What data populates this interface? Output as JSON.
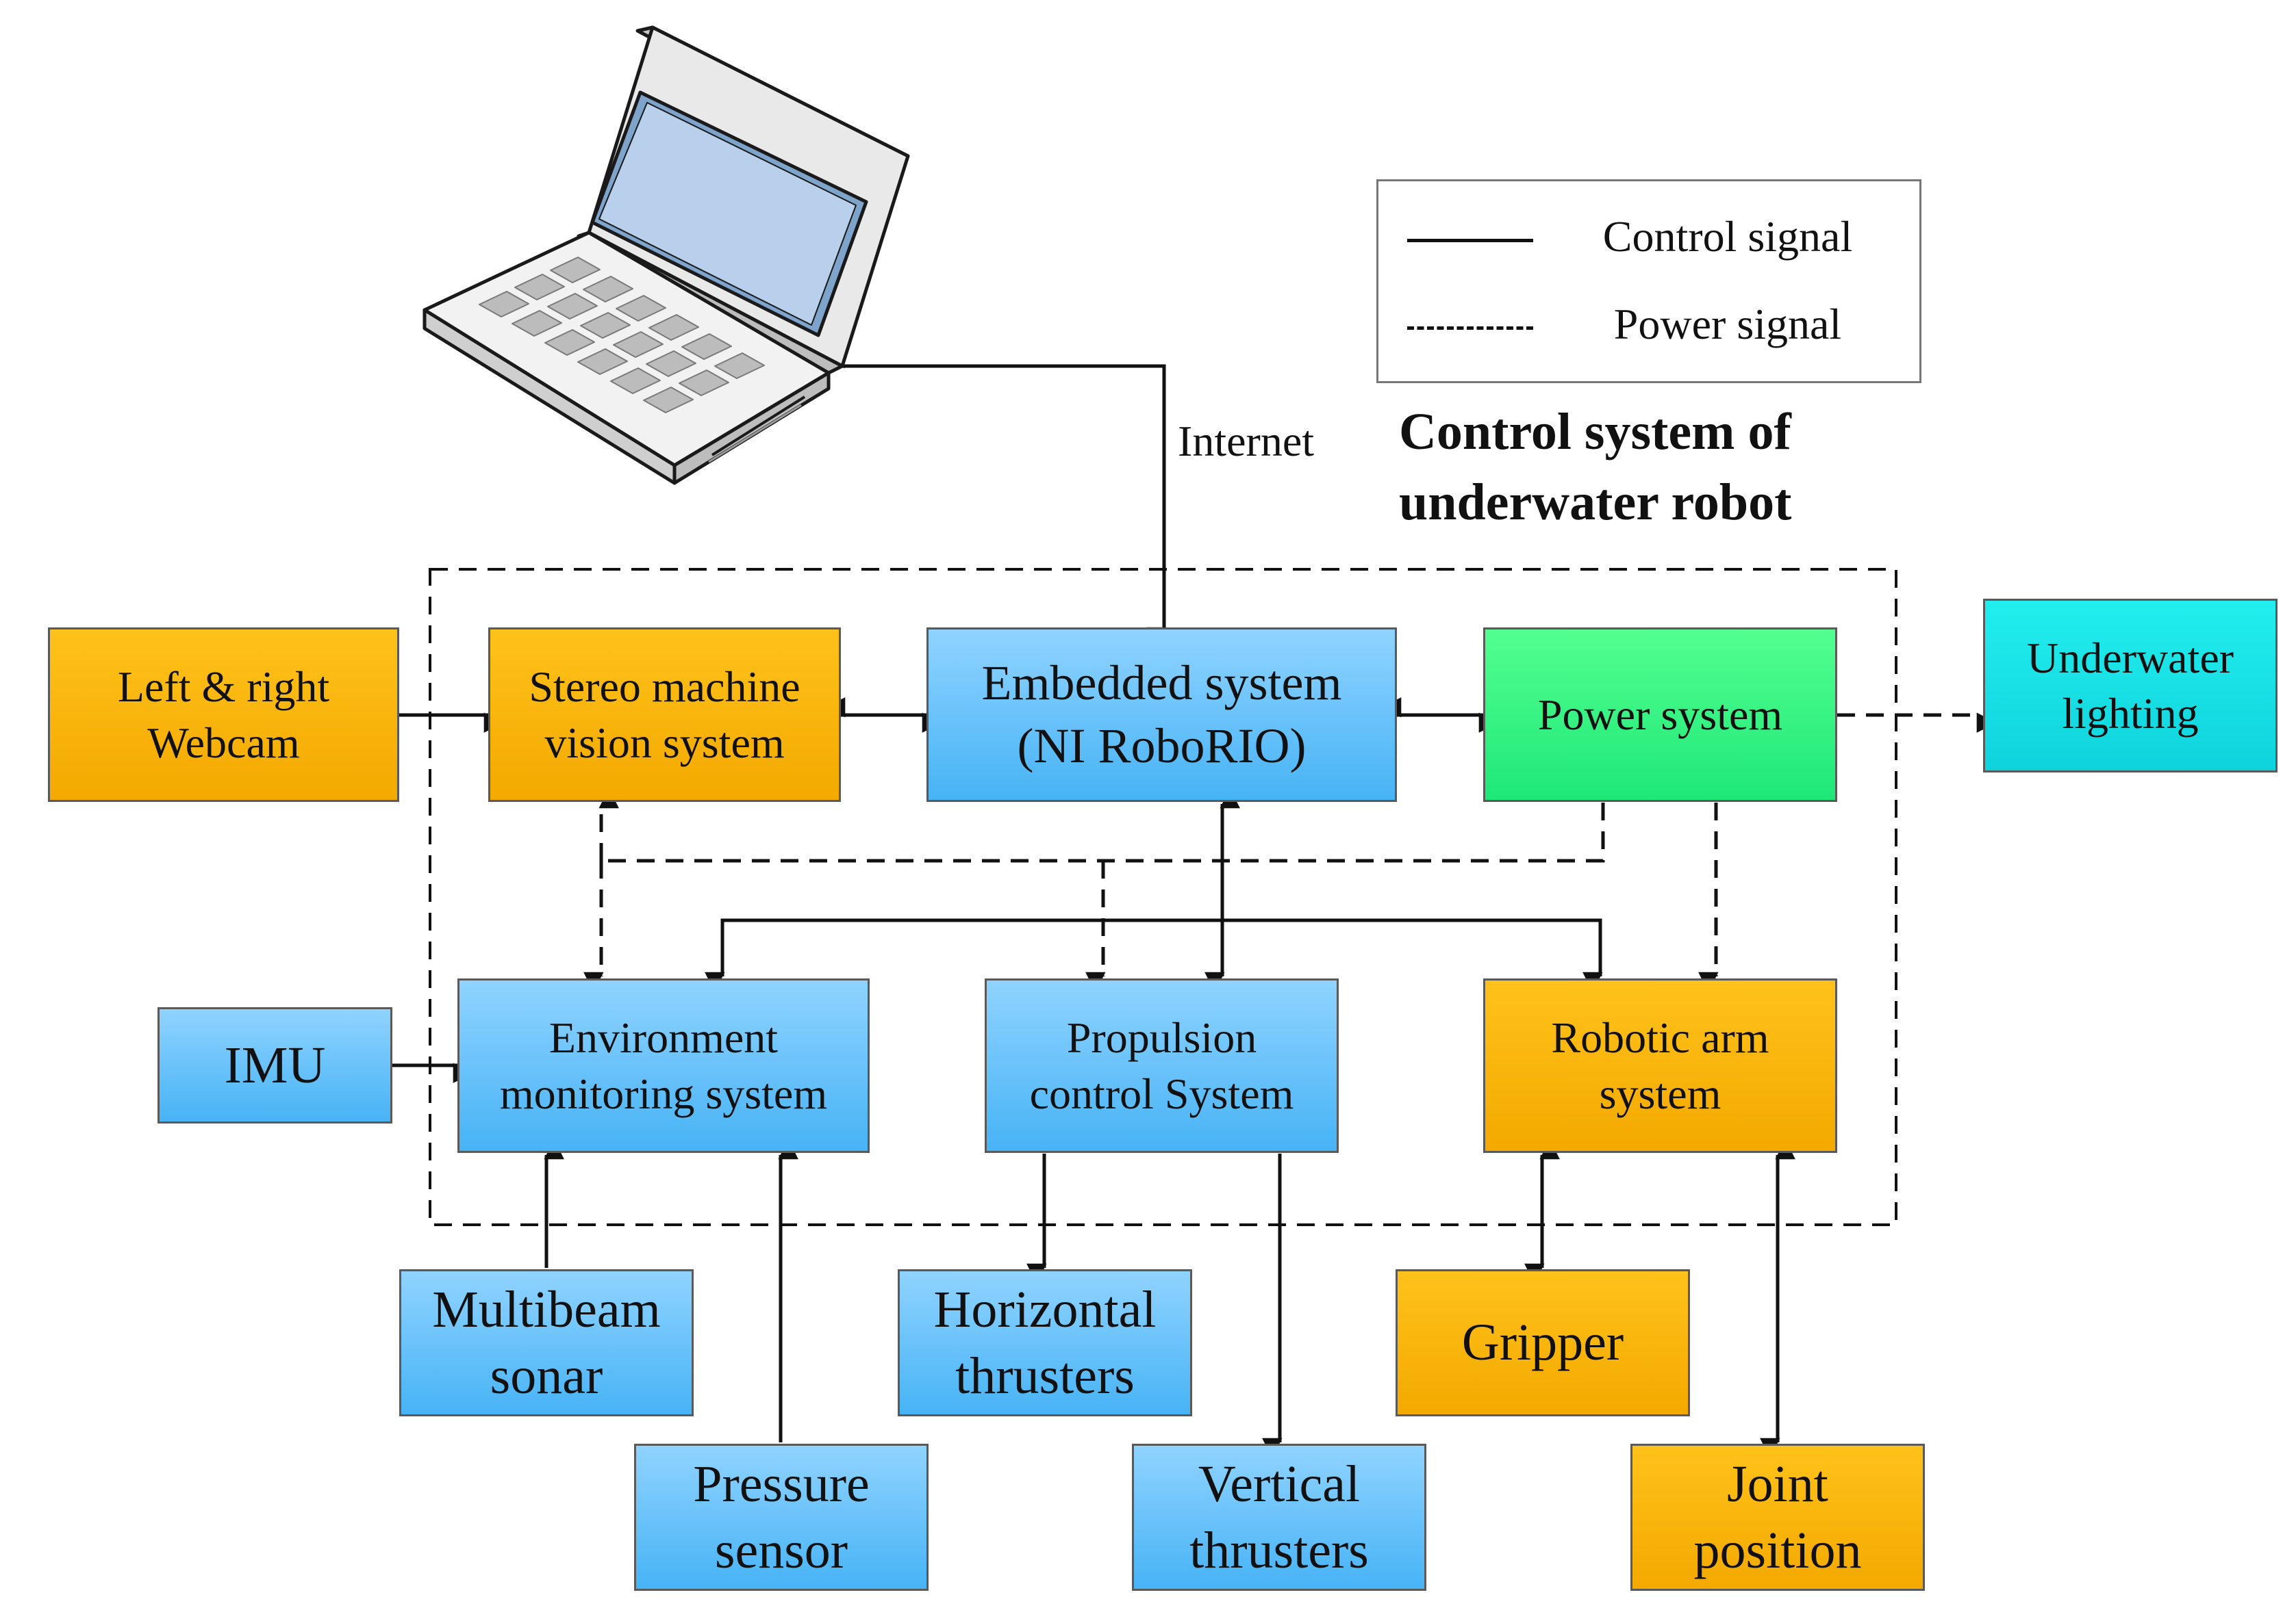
{
  "diagram": {
    "title": "Control system of\nunderwater robot",
    "internet_label": "Internet"
  },
  "legend": {
    "control_label": "Control signal",
    "power_label": "Power signal"
  },
  "nodes": {
    "webcam": "Left & right\nWebcam",
    "stereo": "Stereo machine\nvision system",
    "embedded": "Embedded system\n(NI RoboRIO)",
    "power": "Power system",
    "lighting": "Underwater\nlighting",
    "imu": "IMU",
    "environment": "Environment\nmonitoring system",
    "propulsion": "Propulsion\ncontrol System",
    "robotic_arm": "Robotic arm\nsystem",
    "sonar": "Multibeam\nsonar",
    "pressure": "Pressure\nsensor",
    "horizontal": "Horizontal\nthrusters",
    "vertical": "Vertical\nthrusters",
    "gripper": "Gripper",
    "joint": "Joint\nposition"
  },
  "colors": {
    "orange": "#f7b500",
    "blue": "#5ec0fa",
    "green": "#2bf27f",
    "cyan": "#16e0e6",
    "line": "#111111"
  }
}
